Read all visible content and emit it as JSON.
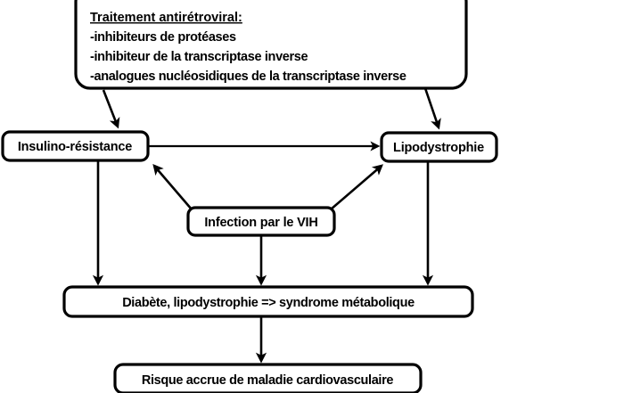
{
  "diagram": {
    "type": "flowchart",
    "title_visible": false,
    "language": "fr",
    "background_color": "#ffffff",
    "stroke_color": "#000000",
    "fill_color": "#ffffff",
    "nodes": [
      {
        "id": "treatment",
        "shape": "rounded-rectangle",
        "heading": "Traitement antirétroviral:",
        "lines": [
          "-inhibiteurs de protéases",
          "-inhibiteur de la transcriptase inverse",
          "-analogues nucléosidiques de la transcriptase inverse"
        ]
      },
      {
        "id": "insulin-resistance",
        "shape": "rounded-rectangle",
        "label": "Insulino-résistance"
      },
      {
        "id": "lipodystrophy",
        "shape": "rounded-rectangle",
        "label": "Lipodystrophie"
      },
      {
        "id": "hiv-infection",
        "shape": "rounded-rectangle",
        "label": "Infection par le VIH"
      },
      {
        "id": "metabolic-syndrome",
        "shape": "rounded-rectangle",
        "label": "Diabète, lipodystrophie => syndrome métabolique"
      },
      {
        "id": "cardiovascular-risk",
        "shape": "rounded-rectangle",
        "label": "Risque accrue de maladie cardiovasculaire"
      }
    ],
    "edges": [
      {
        "from": "treatment",
        "to": "insulin-resistance",
        "style": "arrow-diagonal"
      },
      {
        "from": "treatment",
        "to": "lipodystrophy",
        "style": "arrow-diagonal"
      },
      {
        "from": "insulin-resistance",
        "to": "lipodystrophy",
        "style": "arrow-horizontal"
      },
      {
        "from": "hiv-infection",
        "to": "insulin-resistance",
        "style": "arrow-diagonal"
      },
      {
        "from": "hiv-infection",
        "to": "lipodystrophy",
        "style": "arrow-diagonal"
      },
      {
        "from": "insulin-resistance",
        "to": "metabolic-syndrome",
        "style": "arrow-vertical"
      },
      {
        "from": "hiv-infection",
        "to": "metabolic-syndrome",
        "style": "arrow-vertical"
      },
      {
        "from": "lipodystrophy",
        "to": "metabolic-syndrome",
        "style": "arrow-vertical"
      },
      {
        "from": "metabolic-syndrome",
        "to": "cardiovascular-risk",
        "style": "arrow-vertical"
      }
    ]
  }
}
